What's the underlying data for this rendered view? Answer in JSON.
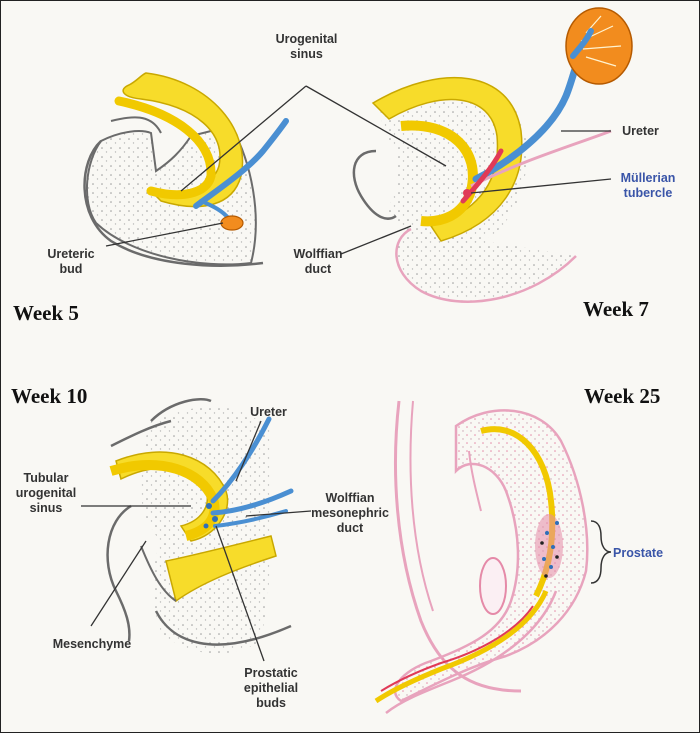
{
  "colors": {
    "mesenchyme": "#fbfaf6",
    "outline": "#6b6b6b",
    "sinus_yellow": "#f7dc2a",
    "ureter_blue": "#4a8fd2",
    "mullerian_red": "#e03a57",
    "kidney_orange": "#f28c1e",
    "skin_pink": "#e8a3bd",
    "label_blue": "#3a55a8"
  },
  "panels": {
    "week5": {
      "title": "Week 5",
      "labels": {
        "urogenital_sinus": "Urogenital\nsinus",
        "ureteric_bud": "Ureteric\nbud"
      }
    },
    "week7": {
      "title": "Week 7",
      "labels": {
        "ureter": "Ureter",
        "mullerian_tubercle": "Müllerian\ntubercle",
        "wolffian_duct": "Wolffian\nduct"
      }
    },
    "week10": {
      "title": "Week 10",
      "labels": {
        "ureter": "Ureter",
        "tubular_sinus": "Tubular\nurogenital\nsinus",
        "wolffian_mesonephric": "Wolffian\nmesonephric\nduct",
        "mesenchyme": "Mesenchyme",
        "prostatic_buds": "Prostatic\nepithelial\nbuds"
      }
    },
    "week25": {
      "title": "Week 25",
      "labels": {
        "prostate": "Prostate"
      }
    }
  }
}
